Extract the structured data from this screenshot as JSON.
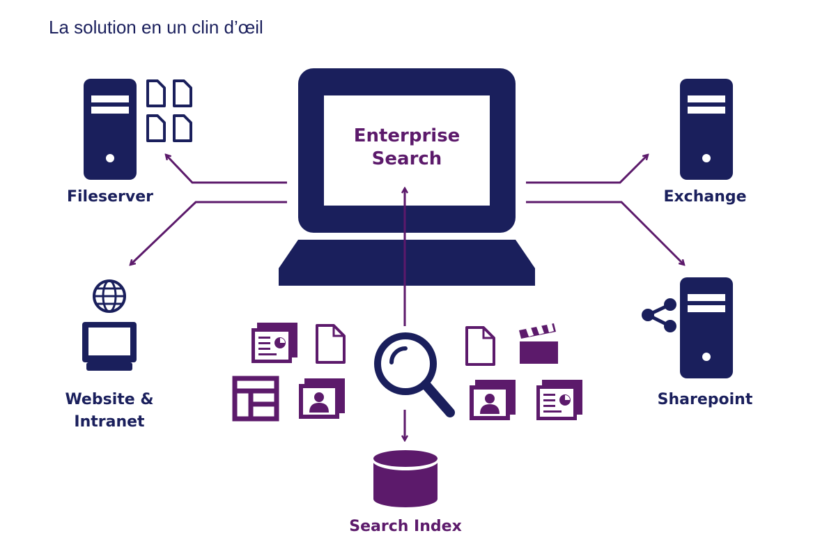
{
  "heading": "La solution en un clin d’œil",
  "center": {
    "title_line1": "Enterprise",
    "title_line2": "Search"
  },
  "sources": {
    "fileserver": "Fileserver",
    "website_line1": "Website &",
    "website_line2": "Intranet",
    "exchange": "Exchange",
    "sharepoint": "Sharepoint"
  },
  "index": "Search Index",
  "colors": {
    "navy": "#1a1f5c",
    "purple": "#5c1a6b"
  }
}
